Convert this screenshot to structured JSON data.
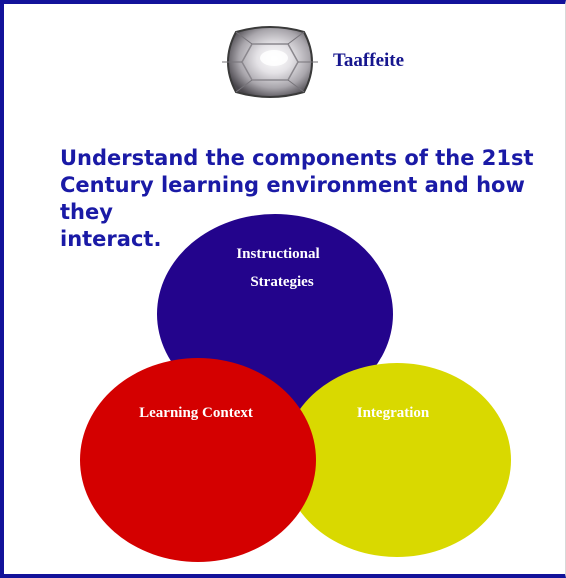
{
  "header": {
    "gem_icon": "taaffeite-gem-icon",
    "title": "Taaffeite"
  },
  "objective": {
    "text": " Understand the components of the 21st\nCentury learning environment and how they\ninteract."
  },
  "venn": {
    "circles": [
      {
        "name": "instructional-strategies",
        "line1": "Instructional",
        "line2": "Strategies",
        "color": "#23048c"
      },
      {
        "name": "learning-context",
        "label": "Learning Context",
        "color": "#d40000"
      },
      {
        "name": "integration",
        "label": "Integration",
        "color": "#d9d900"
      }
    ]
  }
}
